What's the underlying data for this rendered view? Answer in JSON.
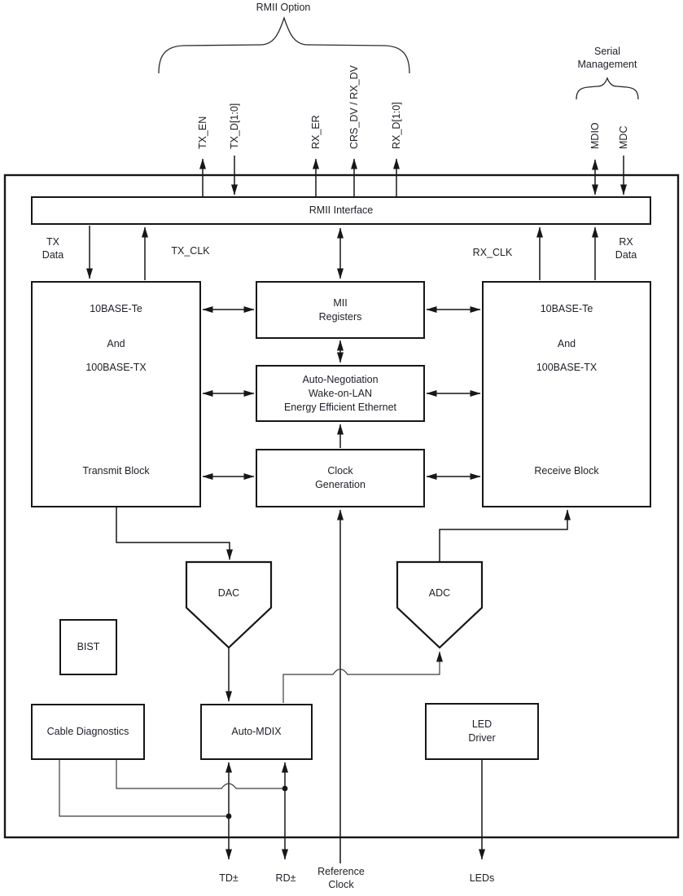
{
  "labels": {
    "rmii_option": "RMII Option",
    "serial_management": [
      "Serial",
      "Management"
    ],
    "pins_top": {
      "tx_en": "TX_EN",
      "tx_d": "TX_D[1:0]",
      "rx_er": "RX_ER",
      "crs_dv": "CRS_DV / RX_DV",
      "rx_d": "RX_D[1:0]",
      "mdio": "MDIO",
      "mdc": "MDC"
    },
    "bus": {
      "tx_data": [
        "TX",
        "Data"
      ],
      "tx_clk": "TX_CLK",
      "rx_clk": "RX_CLK",
      "rx_data": [
        "RX",
        "Data"
      ]
    },
    "pins_bottom": {
      "td": "TD±",
      "rd": "RD±",
      "ref_clock": [
        "Reference",
        "Clock"
      ],
      "leds": "LEDs"
    }
  },
  "blocks": {
    "rmii_interface": "RMII Interface",
    "transmit": [
      "10BASE-Te",
      "And",
      "100BASE-TX",
      "Transmit Block"
    ],
    "receive": [
      "10BASE-Te",
      "And",
      "100BASE-TX",
      "Receive Block"
    ],
    "mii_registers": [
      "MII",
      "Registers"
    ],
    "auto_negotiation": [
      "Auto-Negotiation",
      "Wake-on-LAN",
      "Energy Efficient Ethernet"
    ],
    "clock_generation": [
      "Clock",
      "Generation"
    ],
    "dac": "DAC",
    "adc": "ADC",
    "bist": "BIST",
    "cable_diagnostics": "Cable Diagnostics",
    "auto_mdix": "Auto-MDIX",
    "led_driver": [
      "LED",
      "Driver"
    ]
  },
  "colors": {
    "line": "#17171a",
    "thin_wire": "#3c3c42",
    "text": "#1e1e26",
    "background": "#ffffff"
  }
}
